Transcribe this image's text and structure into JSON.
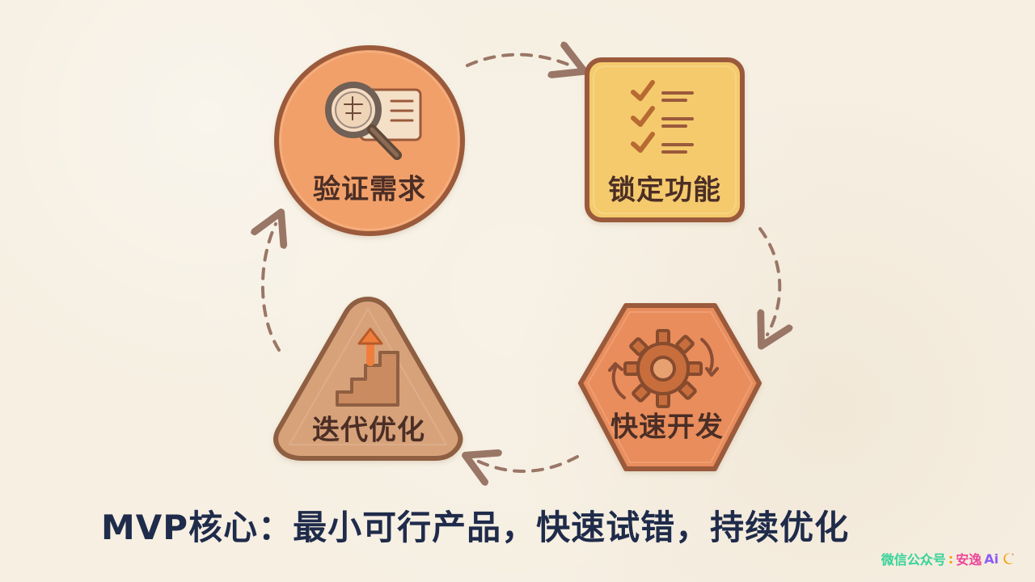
{
  "diagram": {
    "nodes": [
      {
        "label": "验证需求",
        "icon": "magnifier-document-icon"
      },
      {
        "label": "锁定功能",
        "icon": "checklist-icon"
      },
      {
        "label": "快速开发",
        "icon": "gear-icon"
      },
      {
        "label": "迭代优化",
        "icon": "stairs-up-arrow-icon"
      }
    ],
    "colors": {
      "circle": "#f2a06b",
      "square": "#f4ca6d",
      "hexagon": "#e98d5b",
      "triangle": "#d7a27a",
      "outline": "#9a5a3a",
      "arrow": "#9a7666",
      "text": "#4b2f25"
    }
  },
  "caption": "MVP核心：最小可行产品，快速试错，持续优化",
  "watermark": {
    "prefix": "微信公众号",
    "separator": ":",
    "name": "安逸",
    "ai": "Ai"
  }
}
